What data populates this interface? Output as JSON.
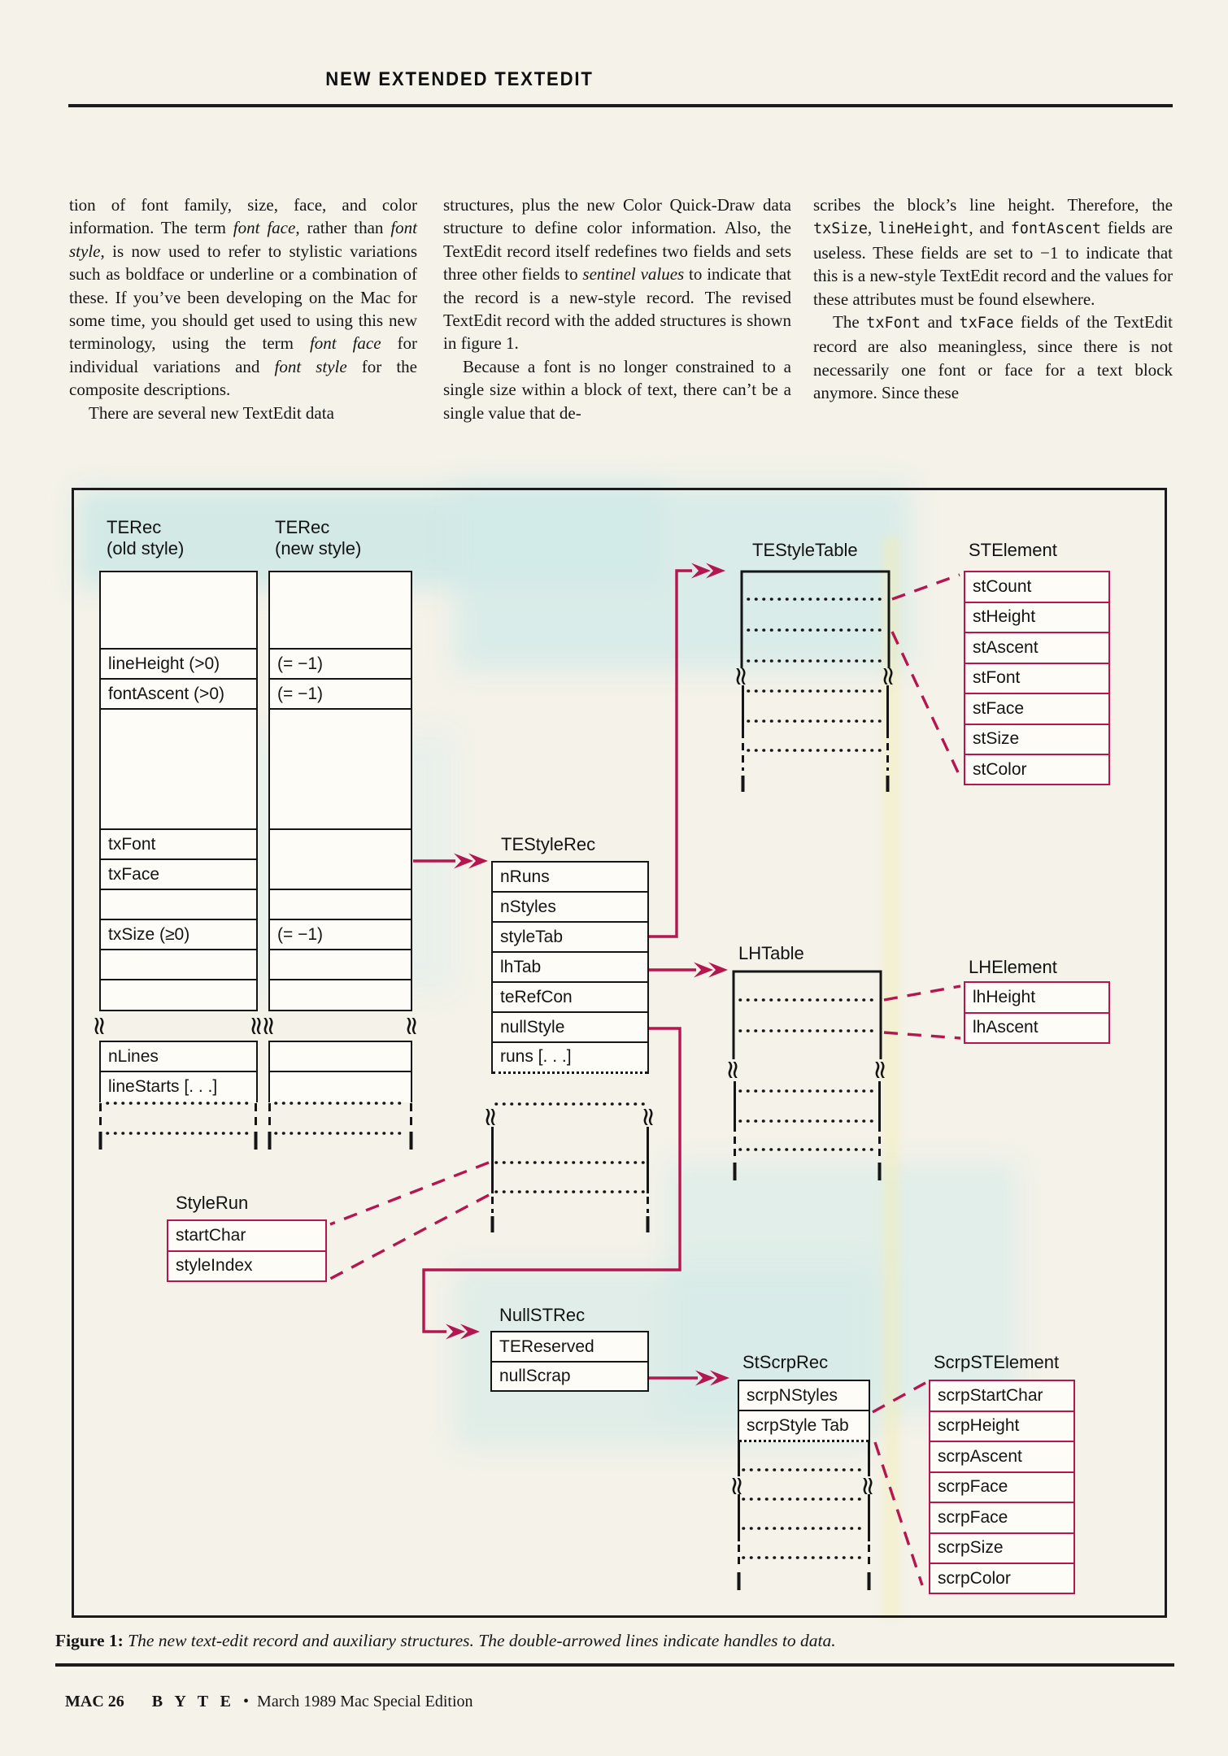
{
  "page": {
    "header_title": "NEW EXTENDED TEXTEDIT",
    "caption_label": "Figure 1:",
    "caption_text": " The new text-edit record and auxiliary structures. The double-arrowed lines indicate handles to data.",
    "footer_page": "MAC 26",
    "footer_magazine": "B Y T E",
    "footer_bullet": "•",
    "footer_issue": "March 1989 Mac Special Edition"
  },
  "article": {
    "columns": [
      {
        "paragraphs": [
          {
            "indent": false,
            "segments": [
              {
                "t": "tion of font family, size, face, and color information. The term ",
                "s": ""
              },
              {
                "t": "font face",
                "s": "i"
              },
              {
                "t": ", rather than ",
                "s": ""
              },
              {
                "t": "font style",
                "s": "i"
              },
              {
                "t": ", is now used to refer to stylistic variations such as boldface or underline or a combination of these. If you’ve been developing on the Mac for some time, you should get used to using this new terminology, using the term ",
                "s": ""
              },
              {
                "t": "font face",
                "s": "i"
              },
              {
                "t": " for individual variations and ",
                "s": ""
              },
              {
                "t": "font style",
                "s": "i"
              },
              {
                "t": " for the composite descriptions.",
                "s": ""
              }
            ]
          },
          {
            "indent": true,
            "segments": [
              {
                "t": "There are several new TextEdit data",
                "s": ""
              }
            ]
          }
        ]
      },
      {
        "paragraphs": [
          {
            "indent": false,
            "segments": [
              {
                "t": "structures, plus the new Color Quick-Draw data structure to define color information. Also, the TextEdit record itself redefines two fields and sets three other fields to ",
                "s": ""
              },
              {
                "t": "sentinel values",
                "s": "i"
              },
              {
                "t": " to indicate that the record is a new-style record. The revised TextEdit record with the added structures is shown in figure 1.",
                "s": ""
              }
            ]
          },
          {
            "indent": true,
            "segments": [
              {
                "t": "Because a font is no longer constrained to a single size within a block of text, there can’t be a single value that de-",
                "s": ""
              }
            ]
          }
        ]
      },
      {
        "paragraphs": [
          {
            "indent": false,
            "segments": [
              {
                "t": "scribes the block’s line height. Therefore, the ",
                "s": ""
              },
              {
                "t": "txSize",
                "s": "m"
              },
              {
                "t": ", ",
                "s": ""
              },
              {
                "t": "lineHeight",
                "s": "m"
              },
              {
                "t": ", and ",
                "s": ""
              },
              {
                "t": "fontAscent",
                "s": "m"
              },
              {
                "t": " fields are useless. These fields are set to −1 to indicate that this is a new-style TextEdit record and the values for these attributes must be found elsewhere.",
                "s": ""
              }
            ]
          },
          {
            "indent": true,
            "segments": [
              {
                "t": "The ",
                "s": ""
              },
              {
                "t": "txFont",
                "s": "m"
              },
              {
                "t": " and ",
                "s": ""
              },
              {
                "t": "txFace",
                "s": "m"
              },
              {
                "t": " fields of the TextEdit record are also meaningless, since there is not necessarily one font or face for a text block anymore. Since these",
                "s": ""
              }
            ]
          }
        ]
      }
    ]
  },
  "diagram": {
    "squiggle_glyph": "≈",
    "terec_old": {
      "label_line1": "TERec",
      "label_line2": "(old style)",
      "cells": [
        "",
        "lineHeight (>0)",
        "fontAscent (>0)",
        "",
        "txFont",
        "txFace",
        "",
        "txSize (≥0)",
        "",
        ""
      ],
      "cells_lower": [
        "nLines",
        "lineStarts [. . .]"
      ]
    },
    "terec_new": {
      "label_line1": "TERec",
      "label_line2": "(new style)",
      "cells": [
        "",
        "(= −1)",
        "(= −1)",
        "",
        "",
        "",
        "(= −1)",
        "",
        ""
      ],
      "cells_lower": [
        "",
        ""
      ]
    },
    "testylerec": {
      "label": "TEStyleRec",
      "fields": [
        "nRuns",
        "nStyles",
        "styleTab",
        "lhTab",
        "teRefCon",
        "nullStyle",
        "runs [. . .]"
      ]
    },
    "testyletable": {
      "label": "TEStyleTable"
    },
    "stelement": {
      "label": "STElement",
      "fields": [
        "stCount",
        "stHeight",
        "stAscent",
        "stFont",
        "stFace",
        "stSize",
        "stColor"
      ]
    },
    "lhtable": {
      "label": "LHTable"
    },
    "lhelement": {
      "label": "LHElement",
      "fields": [
        "lhHeight",
        "lhAscent"
      ]
    },
    "stylerun": {
      "label": "StyleRun",
      "fields": [
        "startChar",
        "styleIndex"
      ]
    },
    "nullstrec": {
      "label": "NullSTRec",
      "fields": [
        "TEReserved",
        "nullScrap"
      ]
    },
    "stscrprec": {
      "label": "StScrpRec",
      "fields": [
        "scrpNStyles",
        "scrpStyle Tab"
      ]
    },
    "scrpstelement": {
      "label": "ScrpSTElement",
      "fields": [
        "scrpStartChar",
        "scrpHeight",
        "scrpAscent",
        "scrpFace",
        "scrpFace",
        "scrpSize",
        "scrpColor"
      ]
    }
  },
  "colors": {
    "accent": "#b5164f",
    "ink": "#161616"
  }
}
